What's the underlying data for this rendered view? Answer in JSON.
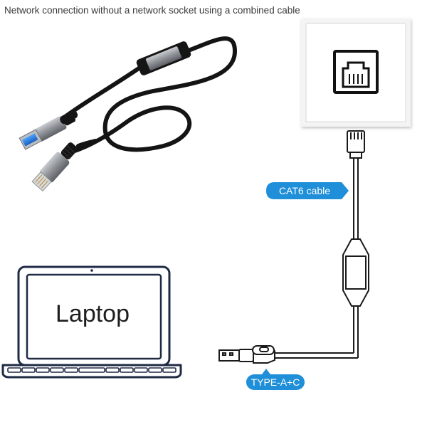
{
  "caption": "Network connection without a network socket using a combined cable",
  "labels": {
    "cat6": "CAT6 cable",
    "type_ac": "TYPE-A+C",
    "laptop": "Laptop"
  },
  "colors": {
    "accent": "#1e8fd8",
    "cable": "#1a1a1a",
    "outline": "#1f2a44",
    "metal": "#8a8d92"
  },
  "icons": [
    "rj45-socket-icon",
    "usb-a-plug-icon",
    "usb-c-plug-icon",
    "rj45-plug-icon"
  ]
}
